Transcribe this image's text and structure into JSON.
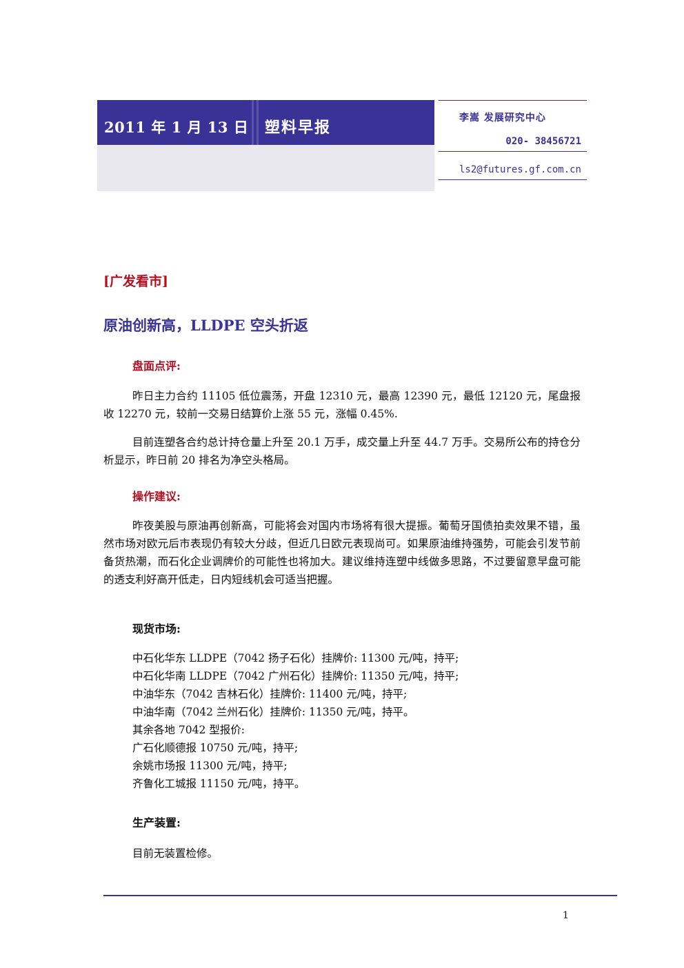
{
  "header": {
    "date": "2011 年 1 月 13 日",
    "title": "塑料早报"
  },
  "contact": {
    "name": "李嵩   发展研究中心",
    "phone": "020- 38456721",
    "email": "ls2@futures.gf.com.cn"
  },
  "section_tag": "[广发看市]",
  "headline": "原油创新高，LLDPE 空头折返",
  "market_review": {
    "heading": "盘面点评:",
    "paragraphs": [
      "昨日主力合约 11105 低位震荡，开盘 12310 元，最高 12390 元，最低 12120 元，尾盘报收 12270 元，较前一交易日结算价上涨 55 元，涨幅 0.45%.",
      "目前连塑各合约总计持仓量上升至 20.1 万手，成交量上升至 44.7 万手。交易所公布的持仓分析显示，昨日前 20 排名为净空头格局。"
    ]
  },
  "advice": {
    "heading": "操作建议:",
    "paragraph": "昨夜美股与原油再创新高，可能将会对国内市场将有很大提振。葡萄牙国债拍卖效果不错，虽然市场对欧元后市表现仍有较大分歧，但近几日欧元表现尚可。如果原油维持强势，可能会引发节前备货热潮，而石化企业调牌价的可能性也将加大。建议维持连塑中线做多思路，不过要留意早盘可能的透支利好高开低走，日内短线机会可适当把握。"
  },
  "spot": {
    "heading": "现货市场:",
    "lines": [
      "中石化华东 LLDPE（7042 扬子石化）挂牌价: 11300 元/吨，持平;",
      "中石化华南 LLDPE（7042 广州石化）挂牌价: 11350 元/吨，持平;",
      "中油华东（7042 吉林石化）挂牌价: 11400 元/吨，持平;",
      "中油华南（7042 兰州石化）挂牌价: 11350 元/吨，持平。",
      "其余各地 7042 型报价:",
      "广石化顺德报 10750 元/吨，持平;",
      "余姚市场报 11300 元/吨，持平;",
      "齐鲁化工城报 11150 元/吨，持平。"
    ]
  },
  "production": {
    "heading": "生产装置:",
    "text": "目前无装置检修。"
  },
  "page_number": "1",
  "colors": {
    "brand": "#3a3296",
    "heading_red": "#b01020",
    "banner_light": "#e8e8ee"
  }
}
